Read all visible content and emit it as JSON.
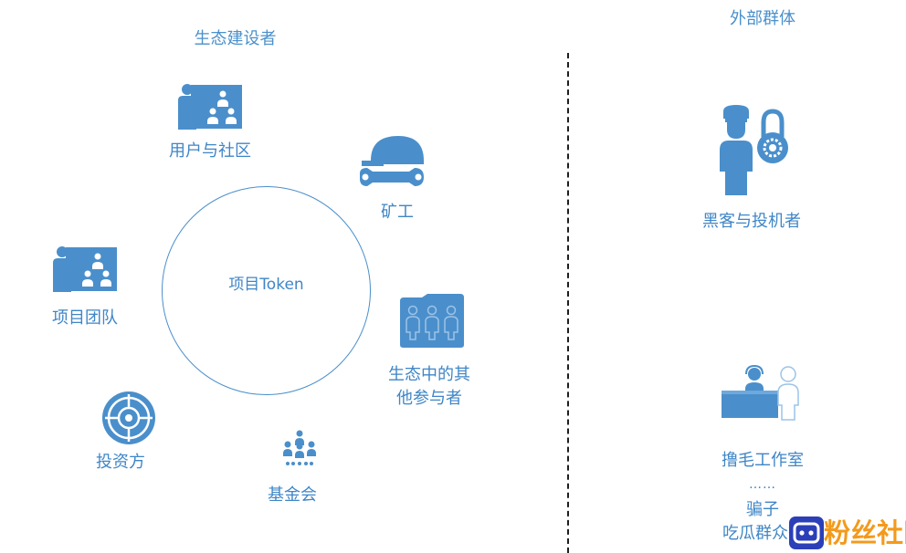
{
  "ecosystem": {
    "heading": "生态建设者",
    "token_label": "项目Token",
    "users_community": "用户与社区",
    "miners": "矿工",
    "project_team": "项目团队",
    "other_participants_line1": "生态中的其",
    "other_participants_line2": "他参与者",
    "investors": "投资方",
    "foundation": "基金会"
  },
  "external": {
    "heading": "外部群体",
    "hackers": "黑客与投机者",
    "farming_studio": "撸毛工作室",
    "ellipsis": "……",
    "scammers": "骗子",
    "onlookers": "吃瓜群众等"
  },
  "watermark": {
    "text": "粉丝社区"
  },
  "colors": {
    "primary": "#3f86c7",
    "icon": "#4a8fcb",
    "icon_light": "#6ea8dc",
    "divider": "#1e1e1e",
    "watermark_orange": "#f39a1c",
    "watermark_blue": "#2c3fb8"
  }
}
